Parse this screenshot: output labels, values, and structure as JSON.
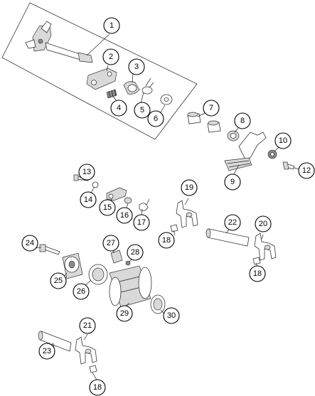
{
  "diagram": {
    "callouts": [
      {
        "label": "1"
      },
      {
        "label": "2"
      },
      {
        "label": "3"
      },
      {
        "label": "4"
      },
      {
        "label": "5"
      },
      {
        "label": "6"
      },
      {
        "label": "7"
      },
      {
        "label": "8"
      },
      {
        "label": "9"
      },
      {
        "label": "10"
      },
      {
        "label": "12"
      },
      {
        "label": "13"
      },
      {
        "label": "14"
      },
      {
        "label": "15"
      },
      {
        "label": "16"
      },
      {
        "label": "17"
      },
      {
        "label": "18"
      },
      {
        "label": "19"
      },
      {
        "label": "22"
      },
      {
        "label": "20"
      },
      {
        "label": "24"
      },
      {
        "label": "27"
      },
      {
        "label": "28"
      },
      {
        "label": "18"
      },
      {
        "label": "25"
      },
      {
        "label": "26"
      },
      {
        "label": "29"
      },
      {
        "label": "30"
      },
      {
        "label": "21"
      },
      {
        "label": "23"
      },
      {
        "label": "18"
      }
    ]
  }
}
